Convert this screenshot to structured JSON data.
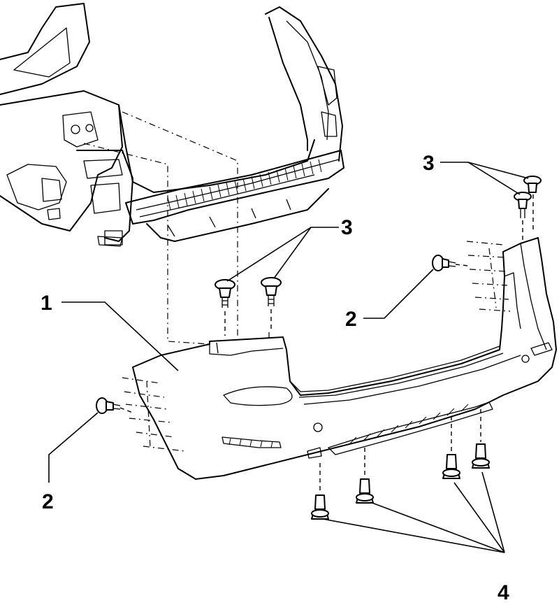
{
  "callouts": {
    "bumper_cover": "1",
    "screw_left": "2",
    "screw_right": "2",
    "clips_center": "3",
    "clips_right": "3",
    "lower_fasteners": "4"
  },
  "colors": {
    "ink": "#000000",
    "paper": "#ffffff"
  }
}
